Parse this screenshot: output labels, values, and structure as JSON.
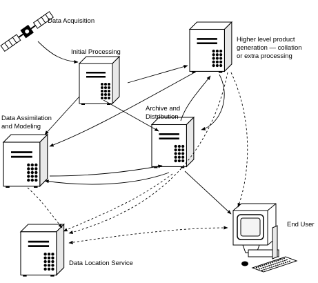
{
  "labels": {
    "data_acquisition": "Data Acquisition",
    "initial_processing": "Initial Processing",
    "higher_level": [
      "Higher level product",
      "generation — collation",
      "or extra processing"
    ],
    "archive": [
      "Archive and",
      "Distribution"
    ],
    "assimilation": [
      "Data Assimilation",
      "and Modeling"
    ],
    "end_user": "End User",
    "data_location": "Data Location Service"
  },
  "colors": {
    "ink": "#000000",
    "paper": "#ffffff",
    "shade": "#e8e8e8"
  },
  "icons": [
    "satellite-icon",
    "server-tower-icon",
    "computer-workstation-icon",
    "keyboard-icon",
    "mouse-icon"
  ]
}
